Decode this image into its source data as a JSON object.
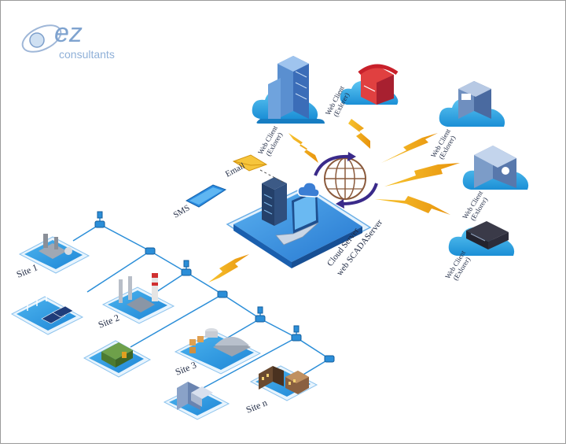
{
  "logo": {
    "mark": "ez",
    "name": "consultants"
  },
  "center": {
    "server_label_line1": "Cloud Server",
    "server_label_line2": "web SCADAServer",
    "email_label": "Email",
    "sms_label": "SMS"
  },
  "web_clients": [
    {
      "line1": "Web Client",
      "line2": "(Exlorer)"
    },
    {
      "line1": "Web Client",
      "line2": "(Exlorer)"
    },
    {
      "line1": "Web Client",
      "line2": "(Exlorer)"
    },
    {
      "line1": "Web Client",
      "line2": "(Exlorer)"
    },
    {
      "line1": "Web Client",
      "line2": "(Exlorer)"
    }
  ],
  "sites": [
    {
      "label": "Site 1"
    },
    {
      "label": "Site 2"
    },
    {
      "label": "Site 3"
    },
    {
      "label": "Site n"
    }
  ],
  "colors": {
    "accent_blue": "#1d8fd6",
    "platform_blue": "#2f8fe0",
    "cloud_blue": "#29a7e6",
    "lightning": "#f3b21a",
    "link_line": "#2b8ed8"
  }
}
